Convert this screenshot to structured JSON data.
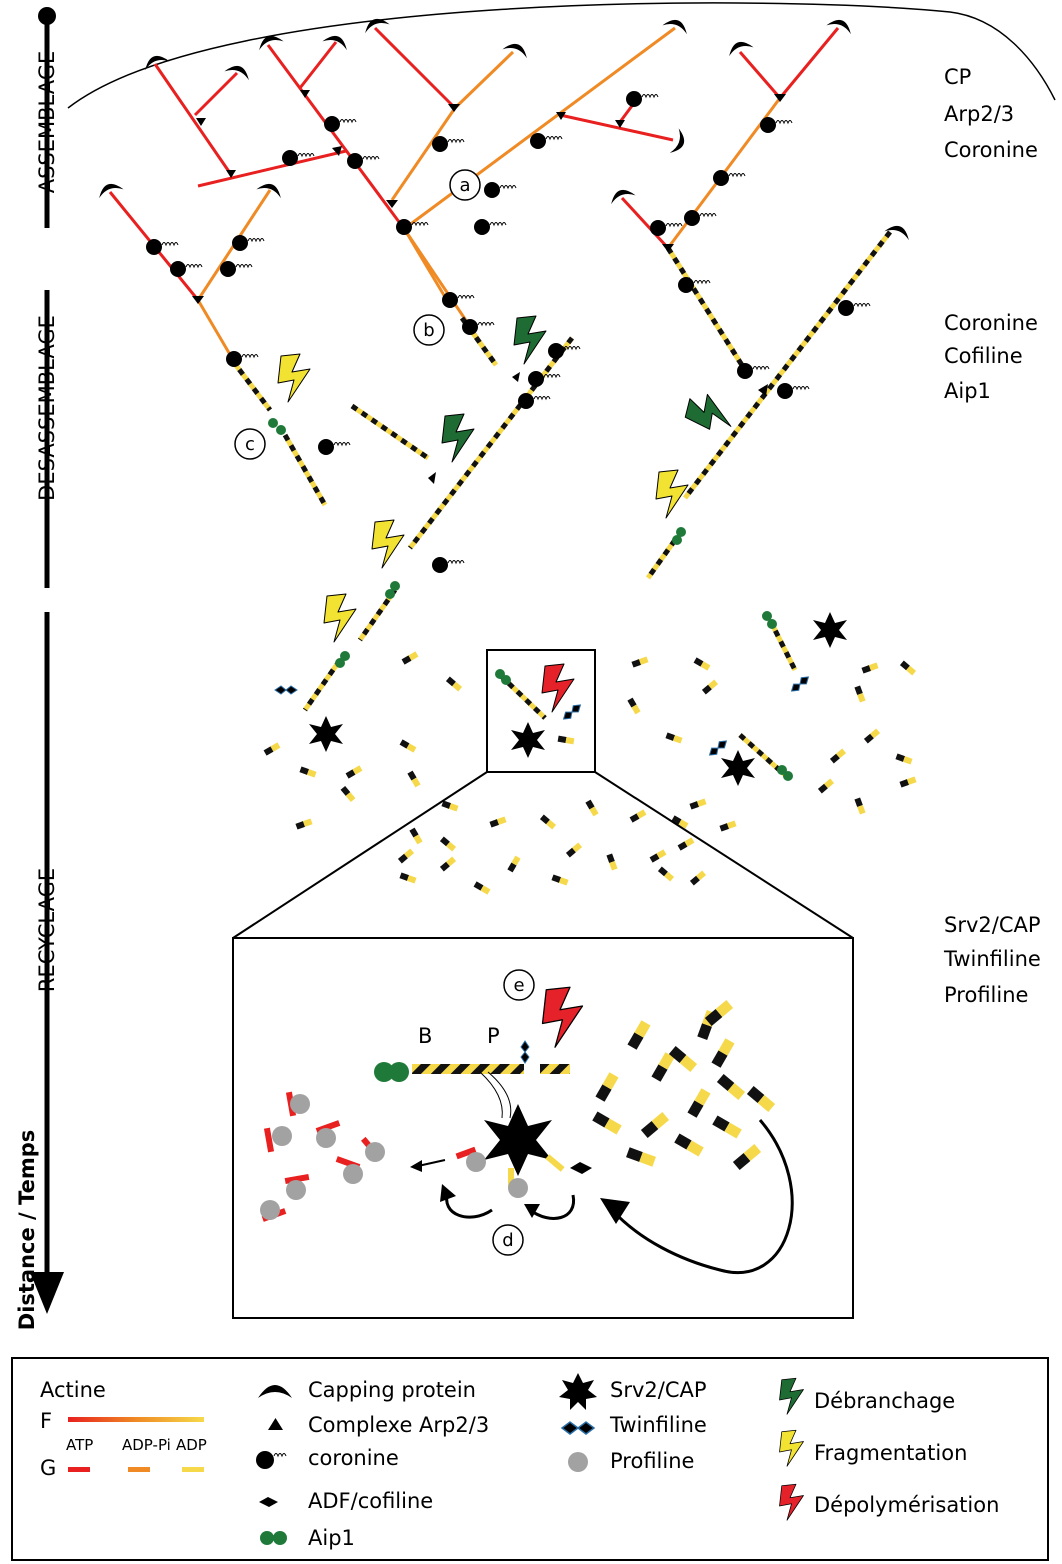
{
  "stages": {
    "assembly": "ASSEMBLAGE",
    "disassembly": "DESASSEMBLAGE",
    "recycling": "RECYCLAGE",
    "axis": "Distance / Temps"
  },
  "proteins": {
    "assembly": [
      "CP",
      "Arp2/3",
      "Coronine"
    ],
    "disassembly": [
      "Coronine",
      "Cofiline",
      "Aip1"
    ],
    "recycling": [
      "Srv2/CAP",
      "Twinfiline",
      "Profiline"
    ]
  },
  "markers": {
    "a": "a",
    "b": "b",
    "c": "c",
    "d": "d",
    "e": "e"
  },
  "inset": {
    "barbed_end": "B",
    "pointed_end": "P"
  },
  "legend": {
    "actin_title": "Actine",
    "f_label": "F",
    "g_label": "G",
    "atp": "ATP",
    "adp_pi": "ADP-Pi",
    "adp": "ADP",
    "capping": "Capping protein",
    "arp": "Complexe Arp2/3",
    "coronin": "coronine",
    "cofilin": "ADF/cofiline",
    "aip1": "Aip1",
    "srv2": "Srv2/CAP",
    "twinfilin": "Twinfiline",
    "profilin": "Profiline",
    "debranching": "Débranchage",
    "fragmentation": "Fragmentation",
    "depolymerization": "Dépolymérisation"
  },
  "colors": {
    "atp": "#e8201f",
    "adp_pi": "#ef8a24",
    "adp": "#f6d94a",
    "aip1": "#1f7a3a",
    "debranching": "#1e6b33",
    "fragmentation": "#f2e232",
    "depolymerization": "#e5222a",
    "profilin": "#a2a2a2"
  }
}
